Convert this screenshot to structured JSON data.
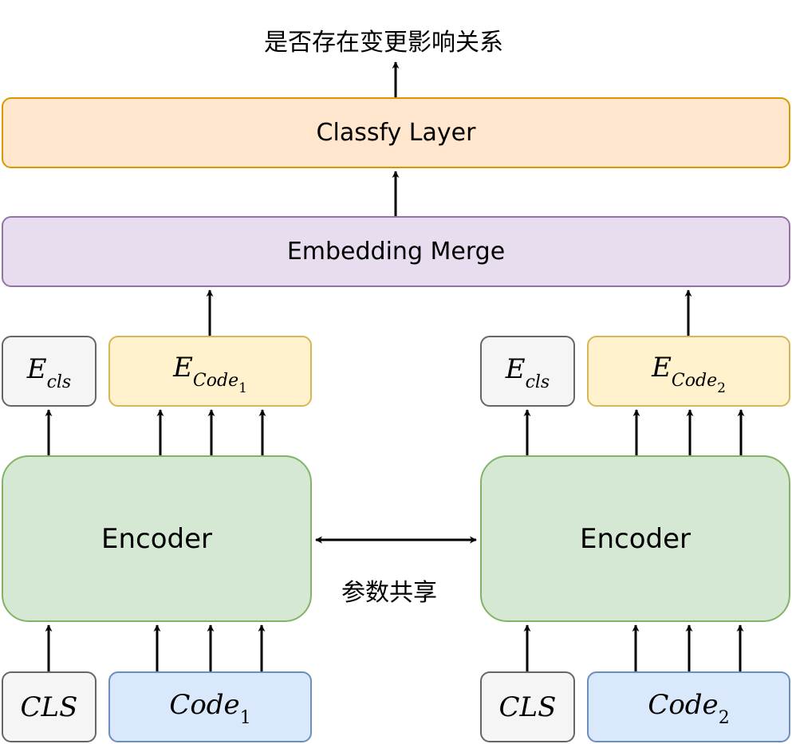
{
  "output_label": "是否存在变更影响关系",
  "classify_label": "Classfy Layer",
  "merge_label": "Embedding Merge",
  "left": {
    "e_cls": {
      "base": "E",
      "sub": "cls"
    },
    "e_code": {
      "base": "E",
      "sub": "Code",
      "subsub": "1"
    },
    "encoder_label": "Encoder",
    "cls_label": "CLS",
    "code": {
      "base": "Code",
      "sub": "1"
    }
  },
  "right": {
    "e_cls": {
      "base": "E",
      "sub": "cls"
    },
    "e_code": {
      "base": "E",
      "sub": "Code",
      "subsub": "2"
    },
    "encoder_label": "Encoder",
    "cls_label": "CLS",
    "code": {
      "base": "Code",
      "sub": "2"
    }
  },
  "shared_label": "参数共享",
  "colors": {
    "classify_fill": "#ffe6cc",
    "classify_stroke": "#d79b00",
    "merge_fill": "#e8dcef",
    "merge_stroke": "#9673a6",
    "gray_fill": "#f5f5f5",
    "gray_stroke": "#666666",
    "yellow_fill": "#fff2cc",
    "yellow_stroke": "#d6b656",
    "green_fill": "#d5e8d4",
    "green_stroke": "#82b366",
    "blue_fill": "#dae8fc",
    "blue_stroke": "#6c8ebf"
  }
}
